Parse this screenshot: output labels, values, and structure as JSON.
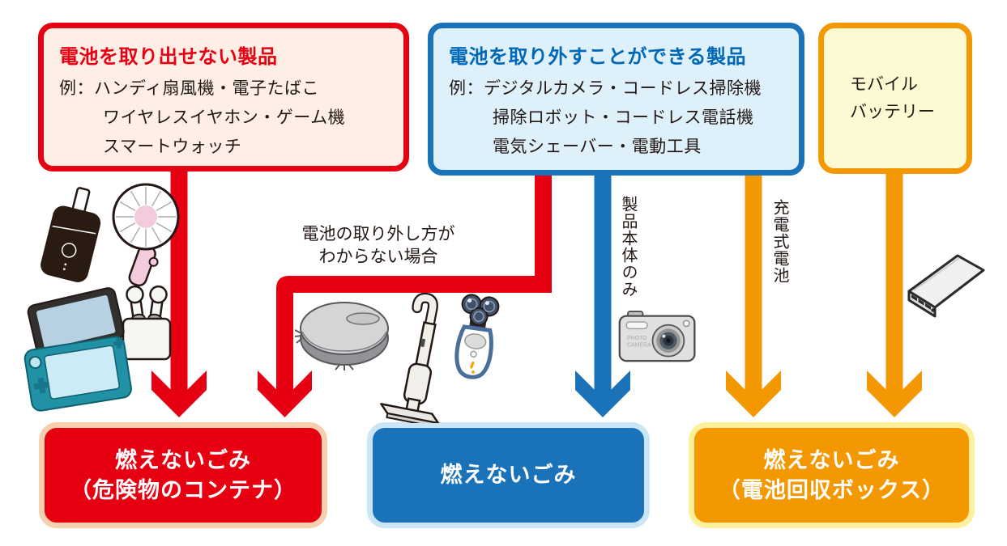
{
  "colors": {
    "red": "#e60012",
    "blue_title": "#0068b7",
    "blue_arrow": "#1a72b8",
    "orange": "#f39800",
    "red_box_fill": "#fdeee6",
    "blue_box_fill": "#def0fa",
    "yellow_box_fill": "#fdf9d2",
    "red_dest_border": "#f6cfae",
    "blue_dest_border": "#c9e5f6",
    "orange_dest_border": "#fdf09b",
    "text_dark": "#231815"
  },
  "source_boxes": {
    "non_removable": {
      "title": "電池を取り出せない製品",
      "example_lines": [
        "例：ハンディ扇風機・電子たばこ",
        "ワイヤレスイヤホン・ゲーム機",
        "スマートウォッチ"
      ]
    },
    "removable": {
      "title": "電池を取り外すことができる製品",
      "example_lines": [
        "例：デジタルカメラ・コードレス掃除機",
        "掃除ロボット・コードレス電話機",
        "電気シェーバー・電動工具"
      ]
    },
    "mobile_battery": {
      "lines": [
        "モバイル",
        "バッテリー"
      ]
    }
  },
  "arrow_labels": {
    "unknown_removal": {
      "lines": [
        "電池の取り外し方が",
        "わからない場合"
      ]
    },
    "product_body_only": "製品本体のみ",
    "rechargeable_battery": "充電式電池"
  },
  "destination_boxes": {
    "hazardous_container": {
      "lines": [
        "燃えないごみ",
        "（危険物のコンテナ）"
      ]
    },
    "non_burnable": {
      "lines": [
        "燃えないごみ"
      ]
    },
    "battery_collection_box": {
      "lines": [
        "燃えないごみ",
        "（電池回収ボックス）"
      ]
    }
  },
  "camera_label": {
    "line1": "PHOTO",
    "line2": "CAMERA"
  },
  "illustrations": {
    "e_cigarette": "e-cigarette",
    "handheld_fan": "handheld-fan",
    "wireless_earphones": "wireless-earphones",
    "game_console": "game-console",
    "robot_vacuum": "robot-vacuum",
    "stick_vacuum": "stick-vacuum",
    "electric_shaver": "electric-shaver",
    "digital_camera": "digital-camera",
    "power_bank": "power-bank"
  }
}
